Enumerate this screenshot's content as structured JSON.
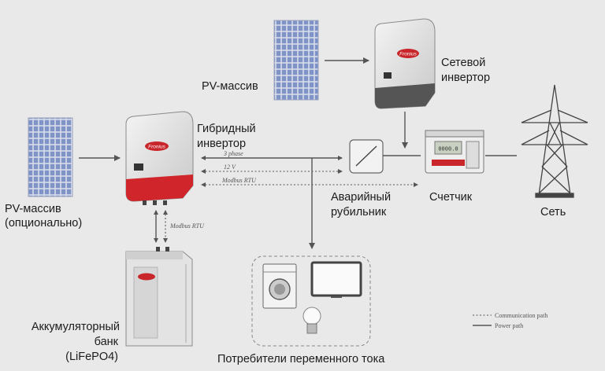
{
  "labels": {
    "pv_array_top": "PV-массив",
    "grid_inverter_1": "Сетевой",
    "grid_inverter_2": "инвертор",
    "hybrid_inverter_1": "Гибридный",
    "hybrid_inverter_2": "инвертор",
    "pv_array_optional_1": "PV-массив",
    "pv_array_optional_2": "(опционально)",
    "emergency_switch_1": "Аварийный",
    "emergency_switch_2": "рубильник",
    "meter": "Счетчик",
    "grid": "Сеть",
    "battery_1": "Аккумуляторный",
    "battery_2": "банк",
    "battery_3": "(LiFePO4)",
    "ac_consumers": "Потребители переменного тока"
  },
  "line_labels": {
    "three_phase": "3 phase",
    "twelve_v": "12 V",
    "modbus_rtu_h": "Modbus RTU",
    "modbus_rtu_v": "Modbus RTU"
  },
  "legend": {
    "communication": "Communication path",
    "power": "Power path"
  },
  "brand": "Fronius",
  "meter_display": "0000.0",
  "colors": {
    "background": "#e9e9e9",
    "inverter_body": "#dcdcdc",
    "hybrid_bottom": "#d0262b",
    "grid_inverter_bottom": "#555555",
    "solar_cell": "#7f93c7",
    "line": "#555555"
  }
}
